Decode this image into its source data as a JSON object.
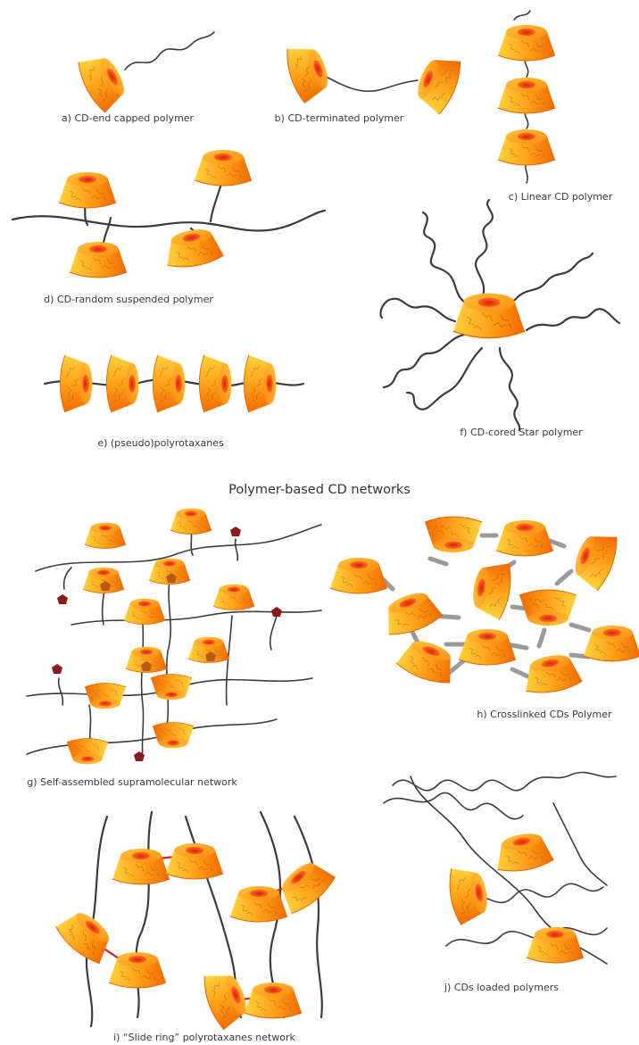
{
  "colors": {
    "cd_light": "#ffd23c",
    "cd_mid": "#ff9a14",
    "cd_dark": "#f06a00",
    "cd_cavity": "#e8341c",
    "polymer_chain": "#3c3c3c",
    "guest": "#8b1a1a",
    "crosslinker": "#9a9a9a",
    "slide_link": "#e02020"
  },
  "captions": {
    "a": "a) CD-end capped polymer",
    "b": "b) CD-terminated polymer",
    "c": "c) Linear CD polymer",
    "d": "d) CD-random suspended polymer",
    "e": "e) (pseudo)polyrotaxanes",
    "f": "f) CD-cored Star polymer",
    "g": "g) Self-assembled supramolecular network",
    "h": "h) Crosslinked CDs Polymer",
    "i": "i) “Slide ring” polyrotaxanes network",
    "j": "j) CDs loaded polymers"
  },
  "section_heading": "Polymer-based CD networks"
}
